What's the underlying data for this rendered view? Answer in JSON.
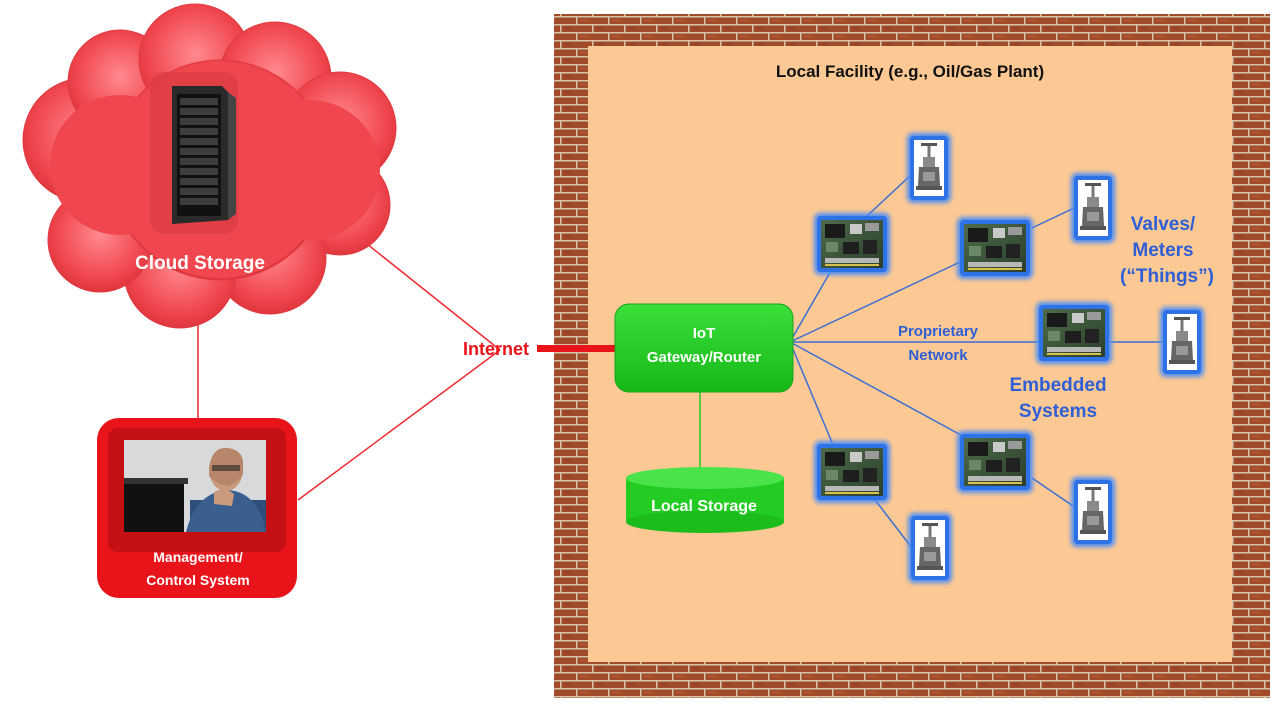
{
  "facility": {
    "title": "Local Facility (e.g., Oil/Gas Plant)"
  },
  "cloud": {
    "label": "Cloud Storage",
    "icon": "server-rack-icon"
  },
  "internet": {
    "label": "Internet"
  },
  "management": {
    "label_line1": "Management/",
    "label_line2": "Control System",
    "icon": "person-at-monitor-photo"
  },
  "gateway": {
    "label_line1": "IoT",
    "label_line2": "Gateway/Router"
  },
  "local_storage": {
    "label": "Local Storage"
  },
  "network": {
    "label_line1": "Proprietary",
    "label_line2": "Network"
  },
  "embedded": {
    "label_line1": "Embedded",
    "label_line2": "Systems",
    "icon": "circuit-board-icon"
  },
  "things": {
    "label_line1": "Valves/",
    "label_line2": "Meters",
    "label_line3": "(“Things”)",
    "icon": "valve-icon"
  },
  "colors": {
    "cloud": "#f0464e",
    "internet_link": "#e8141a",
    "management": "#e8141a",
    "gateway": "#22cc22",
    "network_link": "#3b6fd4",
    "facility_floor": "#fcc893",
    "brick": "#a04b2a",
    "device_border": "#2e72e8",
    "blue_text": "#2e5fd6"
  }
}
